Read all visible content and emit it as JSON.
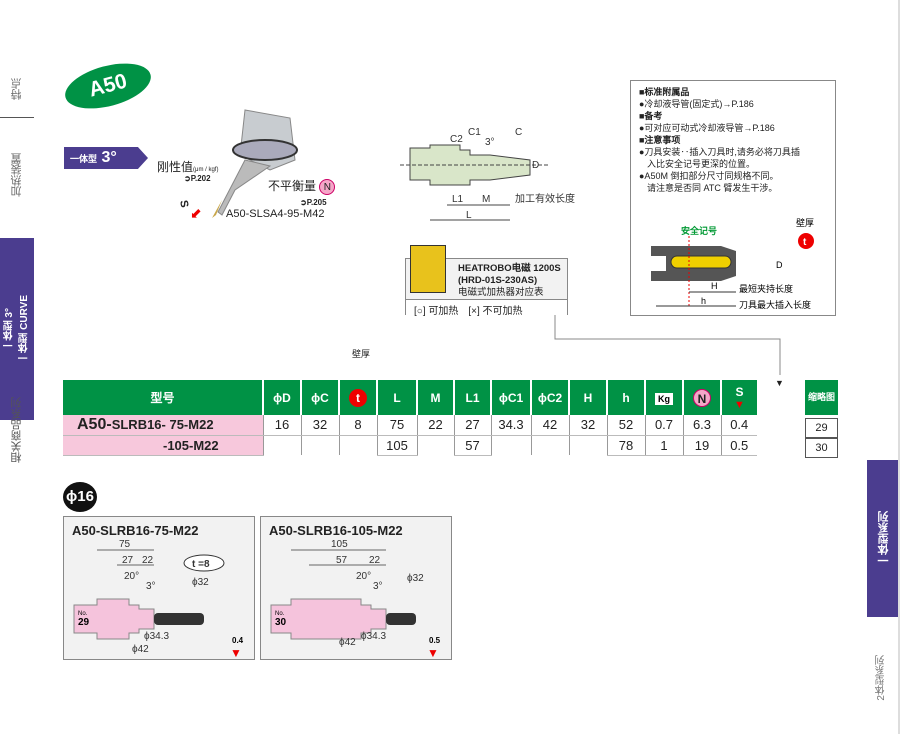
{
  "side_nav": {
    "items": [
      "特点",
      "加热装置",
      "一体型 3°",
      "一体型 CURVE",
      "相关商品系列"
    ]
  },
  "right_nav": {
    "active": "一体型系列",
    "below": "2体型系列"
  },
  "header": {
    "badge": "A50",
    "type_label": "一体型",
    "angle": "3°"
  },
  "product_image": {
    "rigidity_label": "刚性值",
    "rigidity_unit": "(μm / kgf)",
    "rigidity_page": "P.202",
    "imbalance_label": "不平衡量",
    "imbalance_page": "P.205",
    "s_label": "S",
    "n_label": "N",
    "model": "A50-SLSA4-95-M42"
  },
  "dimension_diagram": {
    "labels": [
      "C2",
      "C1",
      "3°",
      "C",
      "D",
      "L1",
      "M",
      "L"
    ],
    "effective_length": "加工有效长度"
  },
  "heatrobo": {
    "line1": "HEATROBO电磁 1200S",
    "line2": "(HRD-01S-230AS)",
    "line3": "电磁式加热器对应表",
    "legend": "[○] 可加热　[×] 不可加热"
  },
  "notes": {
    "standard_accessory_title": "■标准附属品",
    "standard_accessory": "●冷却液导管(固定式)→P.186",
    "remarks_title": "■备考",
    "remarks": "●可对应可动式冷却液导管→P.186",
    "caution_title": "■注意事项",
    "caution1a": "●刀具安装‥插入刀具时,请务必将刀具插",
    "caution1b": "入比安全记号更深的位置。",
    "caution2a": "●A50M 倒扣部分尺寸同规格不同。",
    "caution2b": "请注意是否同 ATC 臂发生干涉。",
    "safety_mark": "安全记号",
    "wall": "壁厚",
    "t": "t",
    "H": "H",
    "h": "h",
    "D": "D",
    "min_clamp": "最短夹持长度",
    "max_insert": "刀具最大插入长度"
  },
  "table": {
    "wall_label": "壁厚",
    "headers": [
      "型号",
      "ϕD",
      "ϕC",
      "t",
      "L",
      "M",
      "L1",
      "ϕC1",
      "ϕC2",
      "H",
      "h",
      "Kg",
      "N",
      "S"
    ],
    "rows": [
      {
        "prefix": "A50-",
        "model": "SLRB16- 75-M22",
        "D": "16",
        "C": "32",
        "t": "8",
        "L": "75",
        "M": "22",
        "L1": "27",
        "C1": "34.3",
        "C2": "42",
        "H": "32",
        "h": "52",
        "kg": "0.7",
        "N": "6.3",
        "S": "0.4",
        "fig": "29"
      },
      {
        "prefix": "",
        "model": "-105-M22",
        "L": "105",
        "L1": "57",
        "h": "78",
        "kg": "1",
        "N": "19",
        "S": "0.5",
        "fig": "30"
      }
    ],
    "fig_header": "缩略图"
  },
  "section": {
    "diameter": "ϕ16"
  },
  "cards": [
    {
      "title": "A50-SLRB16-75-M22",
      "L": "75",
      "L1": "27",
      "M": "22",
      "angle1": "20°",
      "angle2": "3°",
      "t": "t =8",
      "C": "ϕ32",
      "C1": "ϕ34.3",
      "C2": "ϕ42",
      "no": "No.",
      "num": "29",
      "s": "0.4"
    },
    {
      "title": "A50-SLRB16-105-M22",
      "L": "105",
      "L1": "57",
      "M": "22",
      "angle1": "20°",
      "angle2": "3°",
      "C": "ϕ32",
      "C1": "ϕ34.3",
      "C2": "ϕ42",
      "no": "No.",
      "num": "30",
      "s": "0.5"
    }
  ]
}
